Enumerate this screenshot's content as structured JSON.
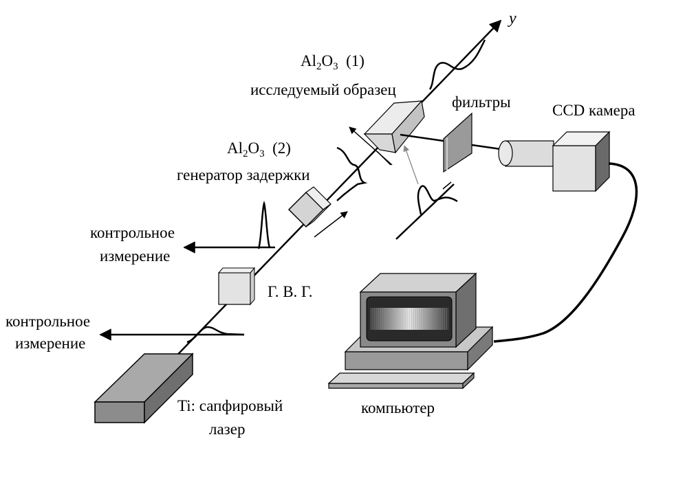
{
  "axis": {
    "label": "y"
  },
  "sample": {
    "formula_el1": "Al",
    "sub1": "2",
    "formula_el2": "O",
    "sub2": "3",
    "tag": "(1)",
    "caption": "исследуемый образец"
  },
  "delay": {
    "formula_el1": "Al",
    "sub1": "2",
    "formula_el2": "O",
    "sub2": "3",
    "tag": "(2)",
    "caption": "генератор задержки"
  },
  "filters": {
    "label": "фильтры"
  },
  "ccd": {
    "label": "CCD камера"
  },
  "control_top": {
    "line1": "контрольное",
    "line2": "измерение"
  },
  "control_bottom": {
    "line1": "контрольное",
    "line2": "измерение"
  },
  "shg": {
    "label": "Г. В. Г."
  },
  "laser": {
    "line1": "Ti: сапфировый",
    "line2": "лазер"
  },
  "computer": {
    "label": "компьютер"
  },
  "colors": {
    "ink": "#000000",
    "laser_top": "#a9a9a9",
    "laser_front": "#8c8c8c",
    "laser_side": "#6f6f6f",
    "light_block": "#e3e3e3",
    "monitor_gray": "#8a8a8a",
    "filter_gray": "#9a9a9a",
    "camera_side": "#6a6a6a"
  }
}
